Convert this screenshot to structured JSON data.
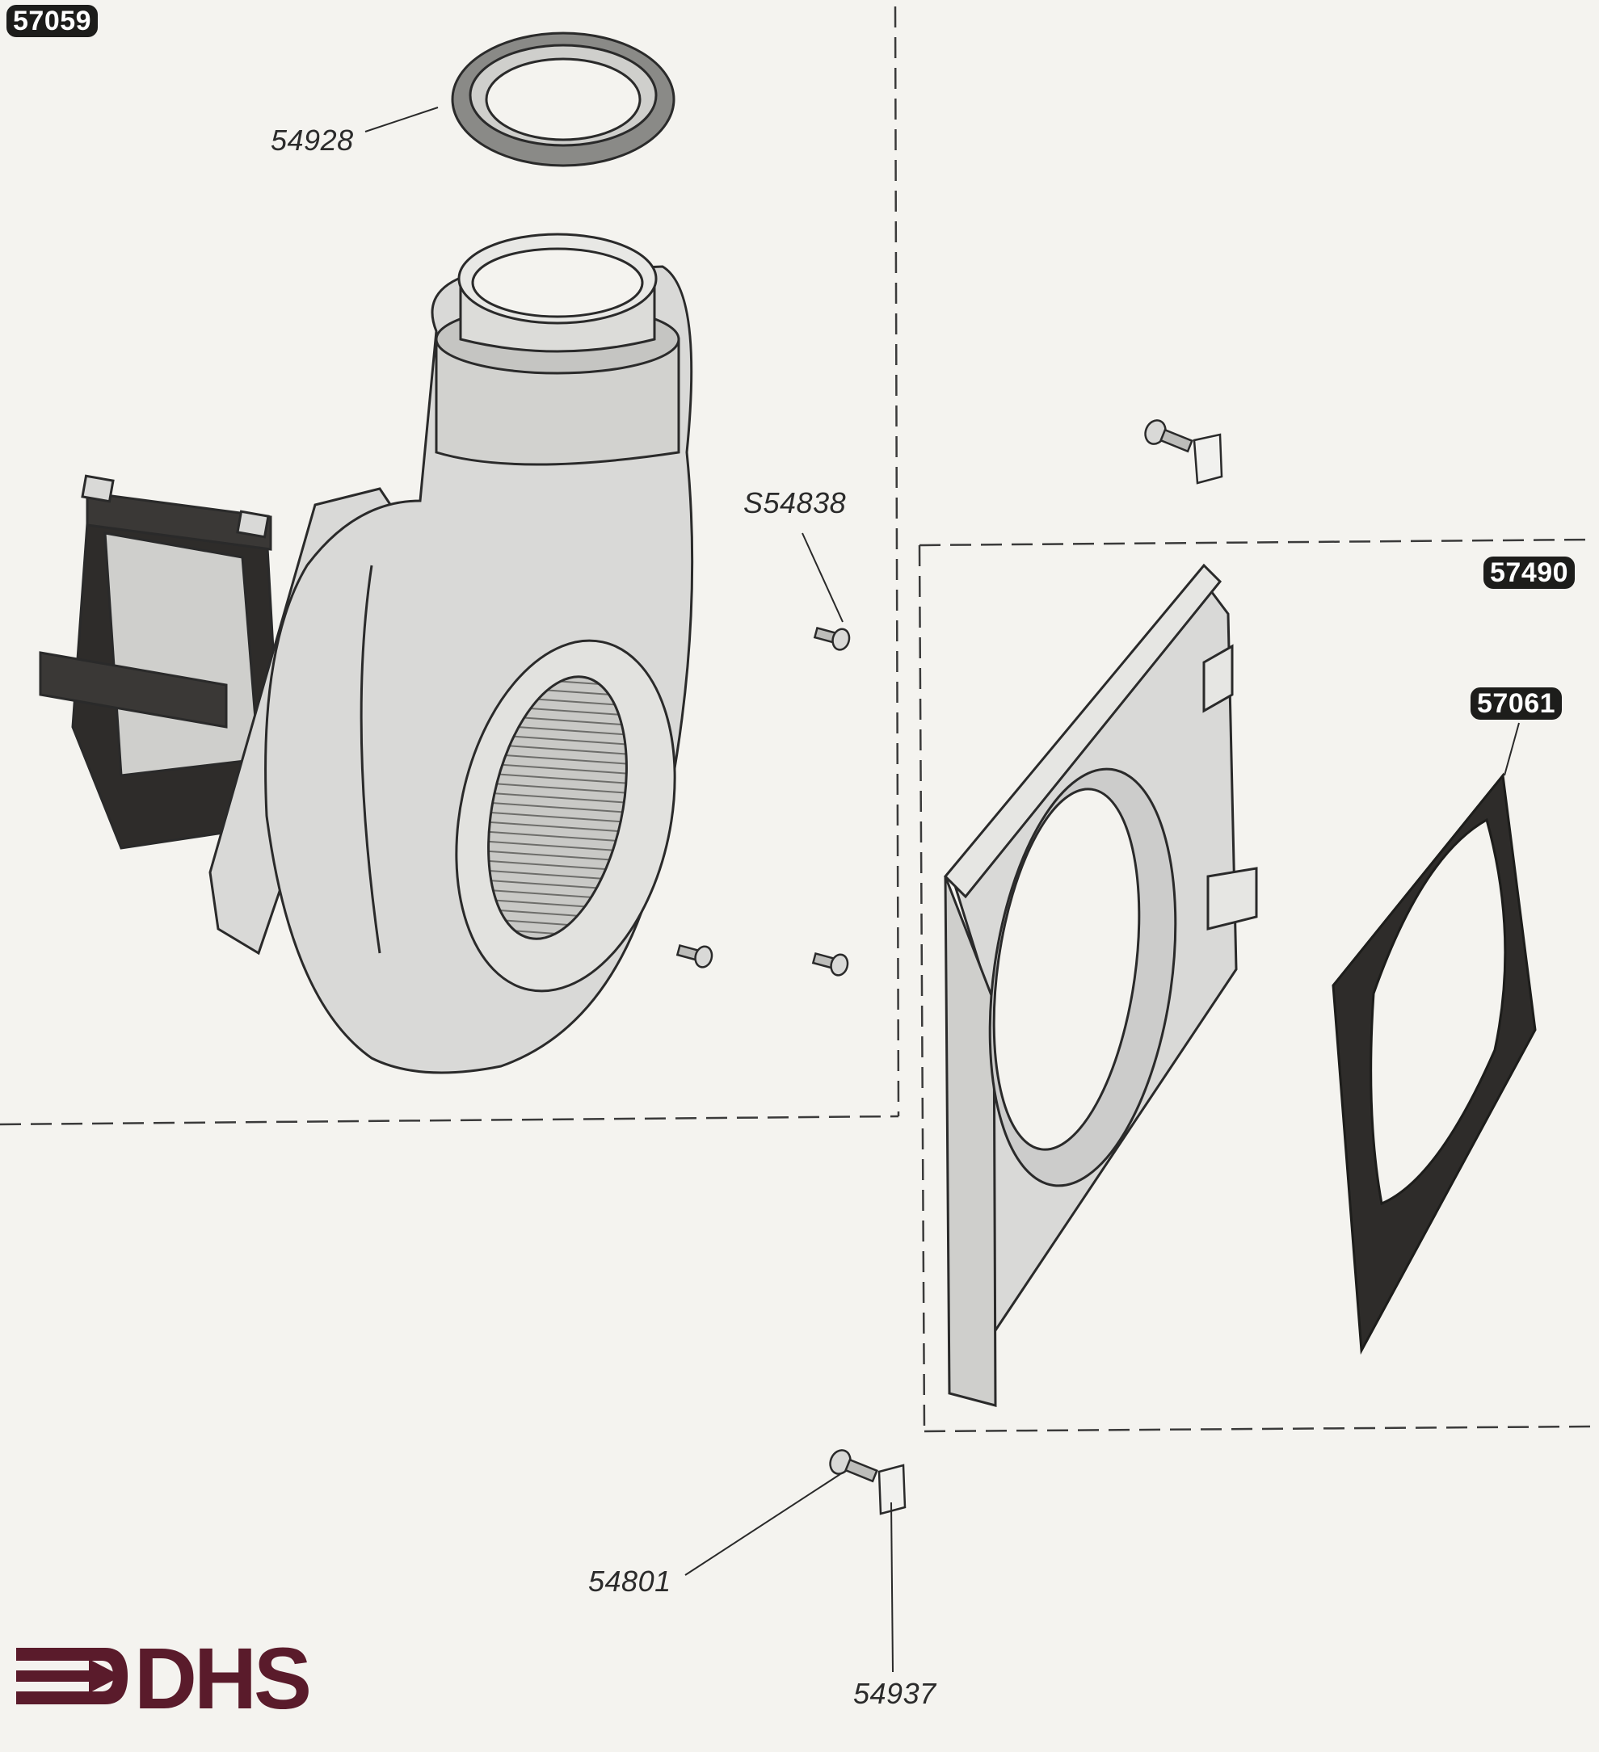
{
  "panels": {
    "main_assembly_code": "57059",
    "plate_assembly_code": "57490",
    "gasket_code": "57061"
  },
  "callouts": {
    "ring_seal": "54928",
    "side_screw": "S54838",
    "screw": "54801",
    "clip_nut": "54937"
  },
  "logo": {
    "text": "DHS",
    "color": "#5a1b2b"
  },
  "colors": {
    "line": "#2a2a2a",
    "part_fill": "#d9d9d7",
    "dark_part": "#2e2c2a",
    "badge_bg": "#1d1d1b"
  }
}
